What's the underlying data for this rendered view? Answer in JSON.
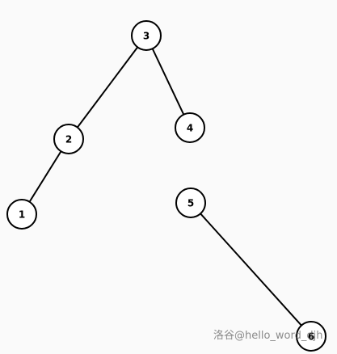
{
  "diagram": {
    "nodes": [
      {
        "id": "n3",
        "label": "3"
      },
      {
        "id": "n2",
        "label": "2"
      },
      {
        "id": "n4",
        "label": "4"
      },
      {
        "id": "n1",
        "label": "1"
      },
      {
        "id": "n5",
        "label": "5"
      },
      {
        "id": "n6",
        "label": "6"
      }
    ],
    "edges": [
      {
        "from": "n3",
        "to": "n2"
      },
      {
        "from": "n3",
        "to": "n4"
      },
      {
        "from": "n2",
        "to": "n1"
      },
      {
        "from": "n5",
        "to": "n6"
      }
    ]
  },
  "watermark": {
    "text": "洛谷@hello_word_djh"
  }
}
